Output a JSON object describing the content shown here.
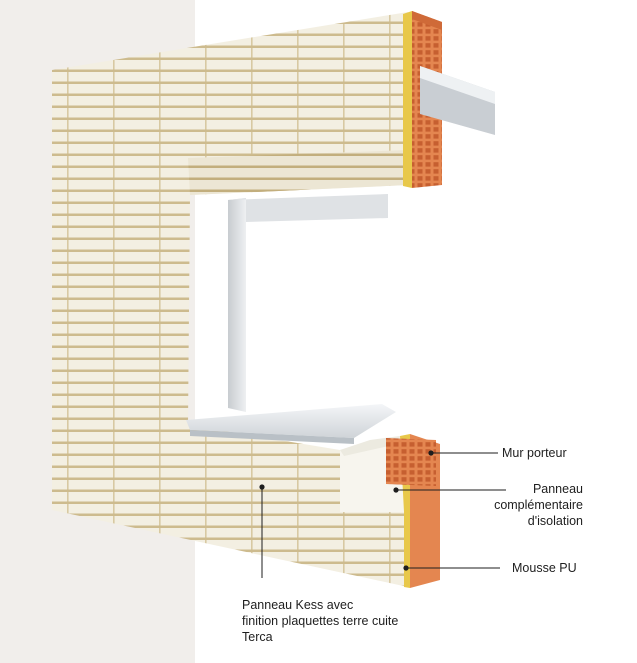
{
  "diagram": {
    "labels": {
      "mur_porteur": "Mur porteur",
      "panneau_isolation": [
        "Panneau",
        "complémentaire",
        "d'isolation"
      ],
      "mousse_pu": "Mousse PU",
      "panneau_kess": [
        "Panneau Kess avec",
        "finition plaquettes terre cuite",
        "Terca"
      ]
    },
    "colors": {
      "background_panel": "#f1eeeb",
      "brick": "#f3efe2",
      "mortar": "#c9b78a",
      "terracotta": "#e48650",
      "terracotta_dark": "#cf6a38",
      "pu_foam": "#e8c84a",
      "insulation": "#f7f5ee",
      "window_frame": "#d9dcde",
      "leader_line": "#1e1e1e"
    }
  }
}
